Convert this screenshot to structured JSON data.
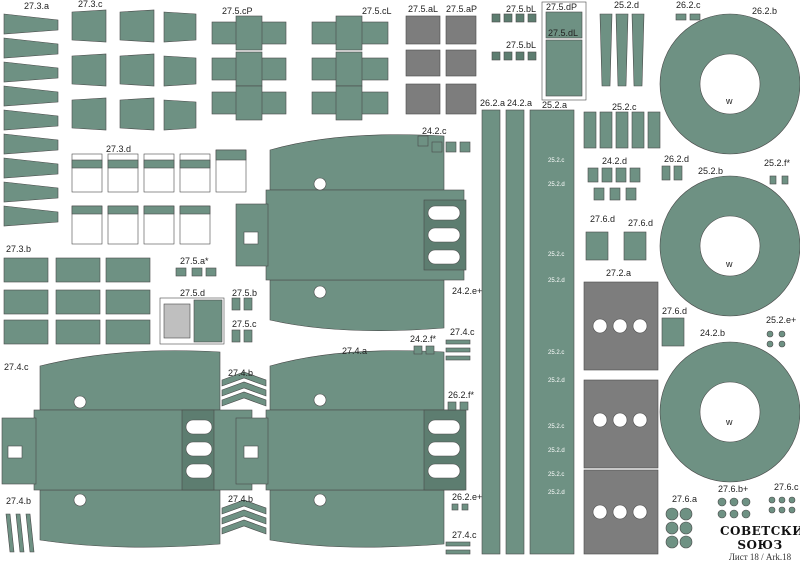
{
  "colors": {
    "part": "#6e9183",
    "part_dark": "#5d7d70",
    "grey": "#7d7d7d",
    "outline": "#4a4a4a",
    "paper": "#ffffff"
  },
  "labels": {
    "l_27_3_a": "27.3.a",
    "l_27_3_c": "27.3.c",
    "l_27_5_cP": "27.5.cP",
    "l_27_5_cL": "27.5.cL",
    "l_27_5_aL": "27.5.aL",
    "l_27_5_aP": "27.5.aP",
    "l_27_5_bL_1": "27.5.bL",
    "l_27_5_bL_2": "27.5.bL",
    "l_27_5_dP": "27.5.dP",
    "l_27_5_dL": "27.5.dL",
    "l_25_2_d_1": "25.2.d",
    "l_26_2_c_1": "26.2.c",
    "l_26_2_b_1": "26.2.b",
    "l_27_3_d": "27.3.d",
    "l_26_2_a_1": "26.2.a",
    "l_24_2_a": "24.2.a",
    "l_25_2_a": "25.2.a",
    "l_24_2_c": "24.2.c",
    "l_25_2_c_1": "25.2.c",
    "l_24_2_d": "24.2.d",
    "l_26_2_d": "26.2.d",
    "l_25_2_f": "25.2.f*",
    "l_25_2_b": "25.2.b",
    "l_27_6_d_1": "27.6.d",
    "l_27_6_d_2": "27.6.d",
    "l_27_3_b": "27.3.b",
    "l_27_5_a_star": "27.5.a*",
    "l_27_2_a": "27.2.a",
    "l_27_5_d": "27.5.d",
    "l_27_5_b": "27.5.b",
    "l_24_2_e_plus_1": "24.2.e+",
    "l_27_5_c": "27.5.c",
    "l_27_6_d_3": "27.6.d",
    "l_24_2_b": "24.2.b",
    "l_25_2_e_plus": "25.2.e+",
    "l_27_4_c_1": "27.4.c",
    "l_24_2_f": "24.2.f*",
    "l_27_4_a": "27.4.a",
    "l_27_4_b_1": "27.4.b",
    "l_26_2_f": "26.2.f*",
    "l_27_4_b_2": "27.4.b",
    "l_27_4_b_3": "27.4.b",
    "l_26_2_e_plus": "26.2.e+",
    "l_27_4_c_2": "27.4.c",
    "l_27_6_a": "27.6.a",
    "l_27_6_b_plus": "27.6.b+",
    "l_27_6_c": "27.6.c",
    "w1": "w",
    "w2": "w",
    "w3": "w"
  },
  "strip_marks": {
    "m1": "25.2.c",
    "m2": "25.2.d",
    "m3": "25.2.c",
    "m4": "25.2.d",
    "m5": "25.2.c",
    "m6": "25.2.d",
    "m7": "25.2.c",
    "m8": "25.2.d",
    "m9": "25.2.c",
    "m10": "25.2.d"
  },
  "brand": {
    "title": "СОВЕТСКИЙ SОЮЗ",
    "sheet": "Лист 18 / Ark.18"
  }
}
